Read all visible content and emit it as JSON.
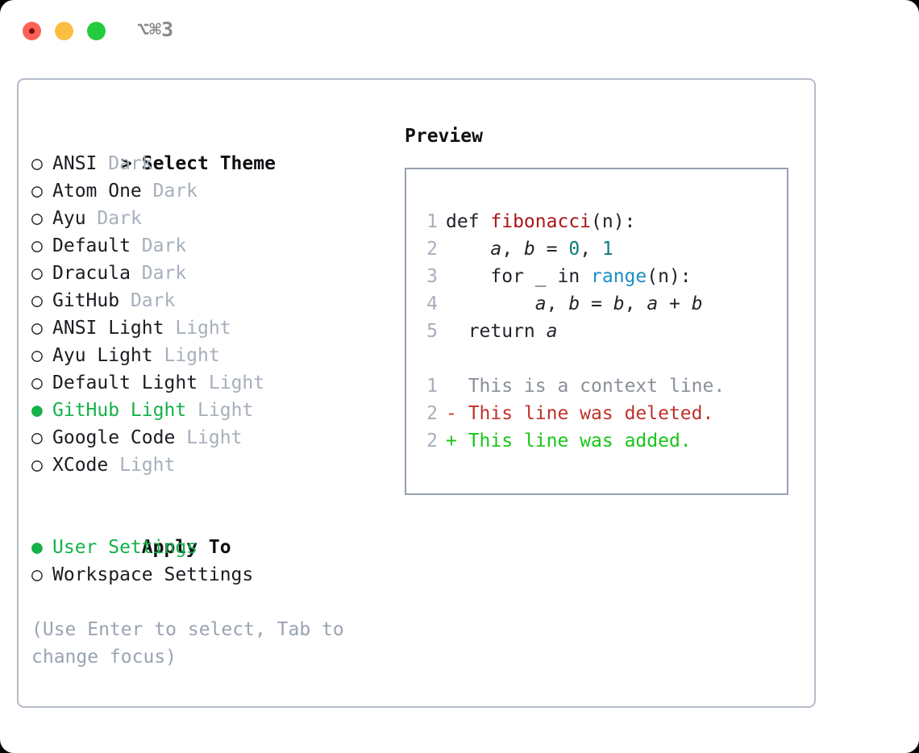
{
  "titlebar": {
    "shortcut": "⌥⌘3",
    "buttons": {
      "close": "close-button",
      "minimize": "minimize-button",
      "maximize": "maximize-button"
    }
  },
  "theme_list": {
    "header": "Select Theme",
    "caret": ">",
    "marker_unselected": "○",
    "marker_selected": "●",
    "items": [
      {
        "name": "ANSI",
        "variant": "Dark",
        "selected": false
      },
      {
        "name": "Atom One",
        "variant": "Dark",
        "selected": false
      },
      {
        "name": "Ayu",
        "variant": "Dark",
        "selected": false
      },
      {
        "name": "Default",
        "variant": "Dark",
        "selected": false
      },
      {
        "name": "Dracula",
        "variant": "Dark",
        "selected": false
      },
      {
        "name": "GitHub",
        "variant": "Dark",
        "selected": false
      },
      {
        "name": "ANSI Light",
        "variant": "Light",
        "selected": false
      },
      {
        "name": "Ayu Light",
        "variant": "Light",
        "selected": false
      },
      {
        "name": "Default Light",
        "variant": "Light",
        "selected": false
      },
      {
        "name": "GitHub Light",
        "variant": "Light",
        "selected": true
      },
      {
        "name": "Google Code",
        "variant": "Light",
        "selected": false
      },
      {
        "name": "XCode",
        "variant": "Light",
        "selected": false
      }
    ]
  },
  "apply_to": {
    "header": "Apply To",
    "options": [
      {
        "name": "User Settings",
        "selected": true
      },
      {
        "name": "Workspace Settings",
        "selected": false
      }
    ]
  },
  "hint": "(Use Enter to select, Tab to change focus)",
  "preview": {
    "title": "Preview",
    "code_lines": [
      {
        "number": "1",
        "tokens": [
          {
            "text": "def ",
            "type": "kw"
          },
          {
            "text": "fibonacci",
            "type": "fn"
          },
          {
            "text": "(n):",
            "type": "punc"
          }
        ]
      },
      {
        "number": "2",
        "tokens": [
          {
            "text": "    ",
            "type": "punc"
          },
          {
            "text": "a",
            "type": "var"
          },
          {
            "text": ", ",
            "type": "punc"
          },
          {
            "text": "b",
            "type": "var"
          },
          {
            "text": " = ",
            "type": "punc"
          },
          {
            "text": "0",
            "type": "num"
          },
          {
            "text": ", ",
            "type": "punc"
          },
          {
            "text": "1",
            "type": "num"
          }
        ]
      },
      {
        "number": "3",
        "tokens": [
          {
            "text": "    for _ in ",
            "type": "kw"
          },
          {
            "text": "range",
            "type": "builtin"
          },
          {
            "text": "(n):",
            "type": "punc"
          }
        ]
      },
      {
        "number": "4",
        "tokens": [
          {
            "text": "        ",
            "type": "punc"
          },
          {
            "text": "a",
            "type": "var"
          },
          {
            "text": ", ",
            "type": "punc"
          },
          {
            "text": "b",
            "type": "var"
          },
          {
            "text": " = ",
            "type": "punc"
          },
          {
            "text": "b",
            "type": "var"
          },
          {
            "text": ", ",
            "type": "punc"
          },
          {
            "text": "a",
            "type": "var"
          },
          {
            "text": " + ",
            "type": "punc"
          },
          {
            "text": "b",
            "type": "var"
          }
        ]
      },
      {
        "number": "5",
        "tokens": [
          {
            "text": "  return ",
            "type": "kw"
          },
          {
            "text": "a",
            "type": "var"
          }
        ]
      }
    ],
    "diff_lines": [
      {
        "number": "1",
        "sign": " ",
        "text": " This is a context line.",
        "type": "ctx"
      },
      {
        "number": "2",
        "sign": "-",
        "text": " This line was deleted.",
        "type": "del"
      },
      {
        "number": "2",
        "sign": "+",
        "text": " This line was added.",
        "type": "add"
      }
    ]
  },
  "colors": {
    "selected_green": "#15b14a",
    "muted": "#a7afbc",
    "hint": "#9aa3b2",
    "fn_red": "#ad1515",
    "builtin_blue": "#1a8fc4",
    "number_teal": "#0e7b7b",
    "diff_add": "#17c617",
    "diff_del": "#c0302b",
    "border": "#b4bcc9"
  }
}
